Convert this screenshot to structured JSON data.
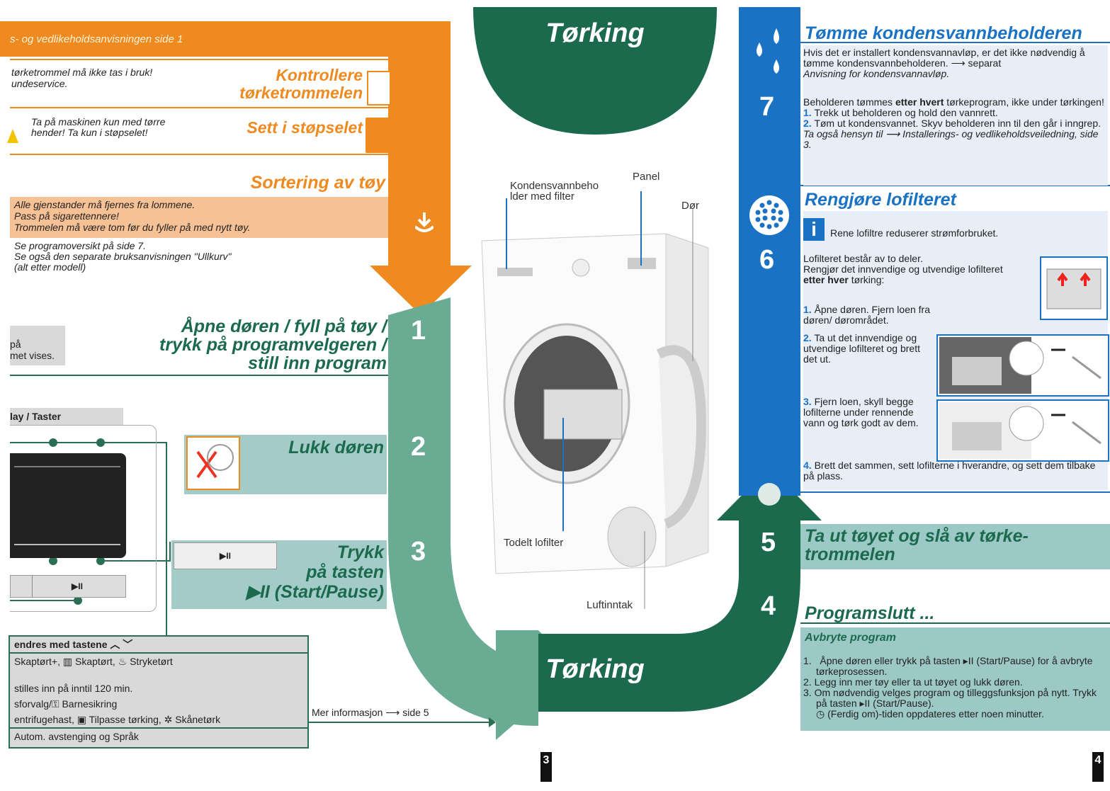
{
  "left": {
    "header_text": "s- og vedlikeholdsanvisningen side 1",
    "check_text": "tørketrommel må ikke tas i bruk! undeservice.",
    "check_title": "Kontrollere tørketrommelen",
    "plug_warning": "Ta på maskinen kun med tørre hender! Ta kun i støpselet!",
    "plug_title": "Sett i støpselet",
    "sorting_title": "Sortering av tøy",
    "sorting_warning": [
      "Alle gjenstander må fjernes fra lommene.",
      "Pass på sigarettennere!",
      "Trommelen må være tom før du fyller på med nytt tøy."
    ],
    "sorting_notes": [
      "Se programoversikt på side 7.",
      "Se også den separate bruksanvisningen \"Ullkurv\"",
      "(alt etter modell)"
    ],
    "grey_note": [
      "på",
      "met vises."
    ],
    "step1_title": [
      "Åpne døren / fyll på tøy /",
      "trykk på programvelgeren /",
      "still inn program"
    ],
    "display_label": "lay / Taster",
    "step2_title": "Lukk døren",
    "step3_title": [
      "Trykk",
      "på tasten",
      "▶II  (Start/Pause)"
    ],
    "table_rows": [
      "endres med tastene ︿ ﹀",
      "Skaptørt+, ▥ Skaptørt, ♨ Stryketørt",
      "",
      "stilles inn på inntil 120 min.",
      "sforvalg/⚿ Barnesikring",
      "entrifugehast, ▣ Tilpasse tørking, ✲ Skånetørk",
      "Autom. avstenging og Språk"
    ],
    "more_info": "Mer informasjon ⟶ side 5",
    "button_label": "▶II"
  },
  "center": {
    "top_title": "Tørking",
    "bottom_title": "Tørking",
    "label_condensate": "Kondensvannbeho lder med filter",
    "label_panel": "Panel",
    "label_door": "Dør",
    "label_filter": "Todelt lofilter",
    "label_air": "Luftinntak",
    "page_left": "3"
  },
  "right": {
    "step7_num": "7",
    "step7_title": "Tømme kondensvannbeholderen",
    "step7_p1": "Hvis det er installert kondensvannavløp, er det ikke nødvendig å tømme kondensvannbeholderen. ⟶ separat",
    "step7_p1_it": "Anvisning for kondensvannavløp.",
    "step7_p2a": "Beholderen tømmes ",
    "step7_p2b": "etter hvert",
    "step7_p2c": " tørkeprogram, ikke under tørkingen!",
    "step7_li1": "Trekk ut beholderen og hold den vannrett.",
    "step7_li2": "Tøm ut kondensvannet. Skyv beholderen inn til den går i inngrep.",
    "step7_ref": "Ta også hensyn til ⟶ Installerings- og vedlikeholdsveiledning, side 3.",
    "step6_num": "6",
    "step6_title": "Rengjøre lofilteret",
    "info_text": "Rene lofiltre reduserer strømforbruket.",
    "lint_p1": "Lofilteret består av to deler.",
    "lint_p2": "Rengjør det innvendige og utvendige lofilteret",
    "lint_p2b": "etter hver",
    "lint_p2c": "tørking:",
    "lint_li1": "Åpne døren. Fjern loen fra døren/ dørområdet.",
    "lint_li2": "Ta ut det innvendige og utvendige lofilteret og brett det ut.",
    "lint_li3": "Fjern loen, skyll begge lofilterne under rennende vann og tørk godt av dem.",
    "lint_li4": "Brett det sammen, sett lofilterne i hverandre, og sett dem tilbake på plass.",
    "step5_num": "5",
    "step5_title": "Ta ut tøyet og slå av tørke- trommelen",
    "step4_num": "4",
    "step4_title": "Programslutt ...",
    "abort_title": "Avbryte program",
    "abort_li1": "Åpne døren eller trykk på tasten ▸II (Start/Pause) for å avbryte tørkeprosessen.",
    "abort_li2": "Legg inn mer tøy eller ta ut tøyet og lukk døren.",
    "abort_li3": "Om nødvendig velges program og tilleggsfunksjon på nytt. Trykk på tasten ▸II (Start/Pause).",
    "abort_li4": "◷ (Ferdig om)-tiden oppdateres etter noen minutter.",
    "page_right": "4"
  },
  "steps_left": {
    "s1": "1",
    "s2": "2",
    "s3": "3"
  },
  "colors": {
    "orange": "#ee8a1f",
    "green_light": "#6aab94",
    "green_dark": "#1c6a4e",
    "blue": "#1a72c5",
    "teal_box": "#9cc9c5"
  }
}
